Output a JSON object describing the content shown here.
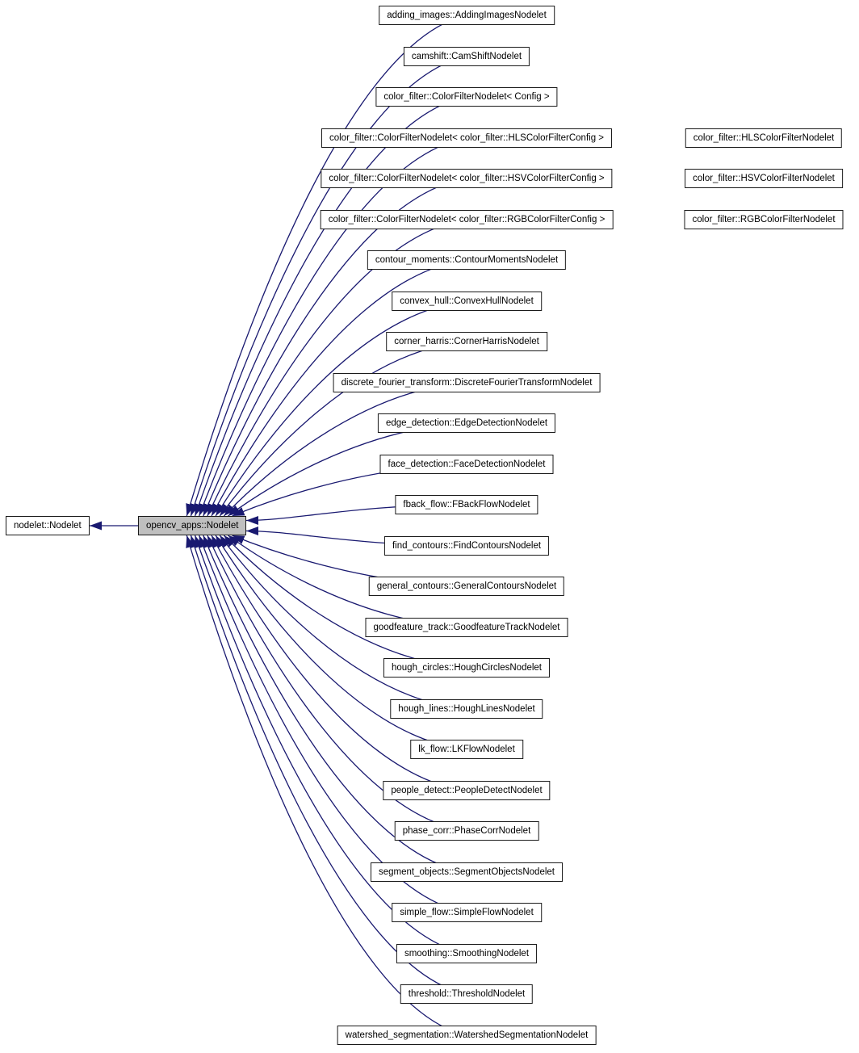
{
  "diagram": {
    "type": "class-inheritance-graph",
    "base_class": "nodelet::Nodelet",
    "central_class": "opencv_apps::Nodelet",
    "derived_classes": [
      {
        "label": "adding_images::AddingImagesNodelet"
      },
      {
        "label": "camshift::CamShiftNodelet"
      },
      {
        "label": "color_filter::ColorFilterNodelet< Config >"
      },
      {
        "label": "color_filter::ColorFilterNodelet< color_filter::HLSColorFilterConfig >",
        "sub_label": "color_filter::HLSColorFilterNodelet"
      },
      {
        "label": "color_filter::ColorFilterNodelet< color_filter::HSVColorFilterConfig >",
        "sub_label": "color_filter::HSVColorFilterNodelet"
      },
      {
        "label": "color_filter::ColorFilterNodelet< color_filter::RGBColorFilterConfig >",
        "sub_label": "color_filter::RGBColorFilterNodelet"
      },
      {
        "label": "contour_moments::ContourMomentsNodelet"
      },
      {
        "label": "convex_hull::ConvexHullNodelet"
      },
      {
        "label": "corner_harris::CornerHarrisNodelet"
      },
      {
        "label": "discrete_fourier_transform::DiscreteFourierTransformNodelet"
      },
      {
        "label": "edge_detection::EdgeDetectionNodelet"
      },
      {
        "label": "face_detection::FaceDetectionNodelet"
      },
      {
        "label": "fback_flow::FBackFlowNodelet"
      },
      {
        "label": "find_contours::FindContoursNodelet"
      },
      {
        "label": "general_contours::GeneralContoursNodelet"
      },
      {
        "label": "goodfeature_track::GoodfeatureTrackNodelet"
      },
      {
        "label": "hough_circles::HoughCirclesNodelet"
      },
      {
        "label": "hough_lines::HoughLinesNodelet"
      },
      {
        "label": "lk_flow::LKFlowNodelet"
      },
      {
        "label": "people_detect::PeopleDetectNodelet"
      },
      {
        "label": "phase_corr::PhaseCorrNodelet"
      },
      {
        "label": "segment_objects::SegmentObjectsNodelet"
      },
      {
        "label": "simple_flow::SimpleFlowNodelet"
      },
      {
        "label": "smoothing::SmoothingNodelet"
      },
      {
        "label": "threshold::ThresholdNodelet"
      },
      {
        "label": "watershed_segmentation::WatershedSegmentationNodelet"
      }
    ],
    "colors": {
      "edge": "#191970",
      "node_fill": "#ffffff",
      "central_fill": "#bfbfbf",
      "node_border": "#1a1a1a",
      "background": "#ffffff"
    }
  }
}
